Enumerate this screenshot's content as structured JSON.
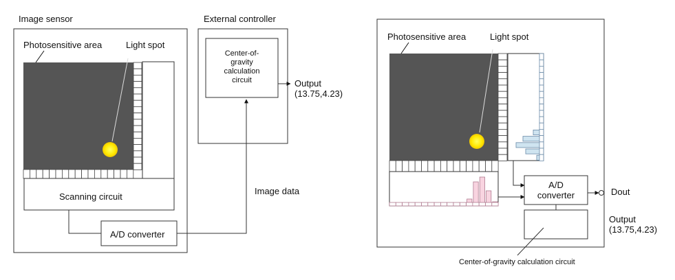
{
  "left_diagram": {
    "image_sensor_title": "Image sensor",
    "photosensitive_area": "Photosensitive area",
    "light_spot": "Light spot",
    "scanning_circuit": "Scanning circuit",
    "ad_converter": "A/D converter",
    "external_controller_title": "External controller",
    "cog_circuit": "Center-of-\ngravity\ncalculation\ncircuit",
    "output_label": "Output\n(13.75,4.23)",
    "image_data": "Image data"
  },
  "right_diagram": {
    "photosensitive_area": "Photosensitive area",
    "light_spot": "Light spot",
    "ad_converter": "A/D\nconverter",
    "dout": "Dout",
    "output_label": "Output\n(13.75,4.23)",
    "cog_circuit_label": "Center-of-gravity calculation circuit"
  },
  "colors": {
    "sensor_area": "#555555",
    "light_spot": "#ffe800",
    "projection_x": "#f8d4e0",
    "projection_y": "#cfe4f0"
  }
}
